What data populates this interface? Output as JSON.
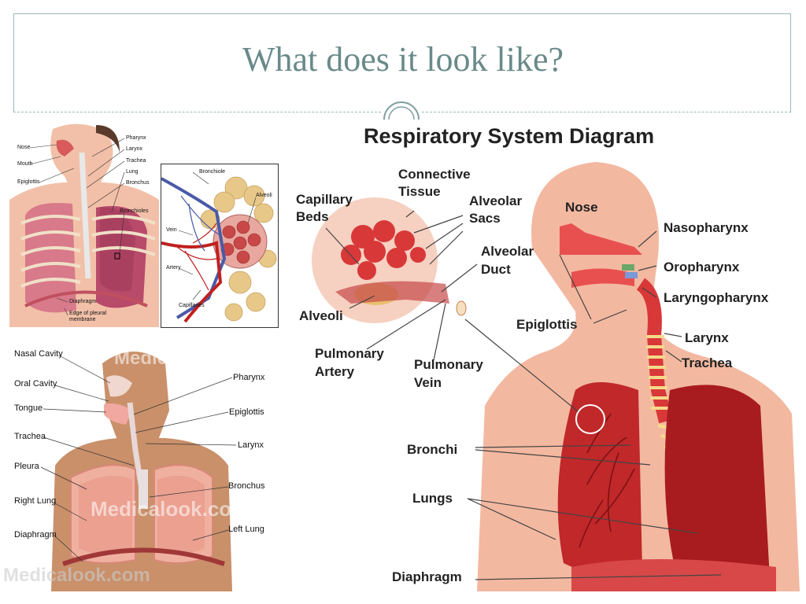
{
  "slide": {
    "title": "What does it look like?"
  },
  "topleft": {
    "labels": {
      "nose": "Nose",
      "mouth": "Mouth",
      "epiglottis": "Epiglottis",
      "pharynx": "Pharynx",
      "larynx": "Larynx",
      "trachea": "Trachea",
      "lung": "Lung",
      "bronchus": "Bronchus",
      "bronchioles": "Bronchioles",
      "diaphragm": "Diaphragm",
      "pleural_edge": "Edge of pleural membrane"
    }
  },
  "alveoli_inset": {
    "labels": {
      "bronchiole": "Bronchiole",
      "alveoli": "Alveoli",
      "vein": "Vein",
      "artery": "Artery",
      "capillaries": "Capillaries"
    }
  },
  "bottomleft": {
    "labels": {
      "nasal_cavity": "Nasal Cavity",
      "oral_cavity": "Oral Cavity",
      "tongue": "Tongue",
      "trachea": "Trachea",
      "pleura": "Pleura",
      "right_lung": "Right Lung",
      "diaphragm": "Diaphragm",
      "pharynx": "Pharynx",
      "epiglottis": "Epiglottis",
      "larynx": "Larynx",
      "bronchus": "Bronchus",
      "left_lung": "Left Lung"
    },
    "watermark": "Medicalook.com"
  },
  "right_diagram": {
    "title": "Respiratory System Diagram",
    "labels": {
      "connective_tissue_1": "Connective",
      "connective_tissue_2": "Tissue",
      "capillary_beds_1": "Capillary",
      "capillary_beds_2": "Beds",
      "alveolar_sacs_1": "Alveolar",
      "alveolar_sacs_2": "Sacs",
      "alveolar_duct_1": "Alveolar",
      "alveolar_duct_2": "Duct",
      "alveoli": "Alveoli",
      "pulmonary_artery_1": "Pulmonary",
      "pulmonary_artery_2": "Artery",
      "pulmonary_vein_1": "Pulmonary",
      "pulmonary_vein_2": "Vein",
      "nose": "Nose",
      "nasopharynx": "Nasopharynx",
      "oropharynx": "Oropharynx",
      "laryngopharynx": "Laryngopharynx",
      "epiglottis": "Epiglottis",
      "larynx": "Larynx",
      "trachea": "Trachea",
      "bronchi": "Bronchi",
      "lungs": "Lungs",
      "diaphragm": "Diaphragm"
    }
  },
  "colors": {
    "accent": "#6a8a8a",
    "skin": "#f3b8a0",
    "lung": "#c0282a",
    "cartilage": "#f6d98a"
  }
}
